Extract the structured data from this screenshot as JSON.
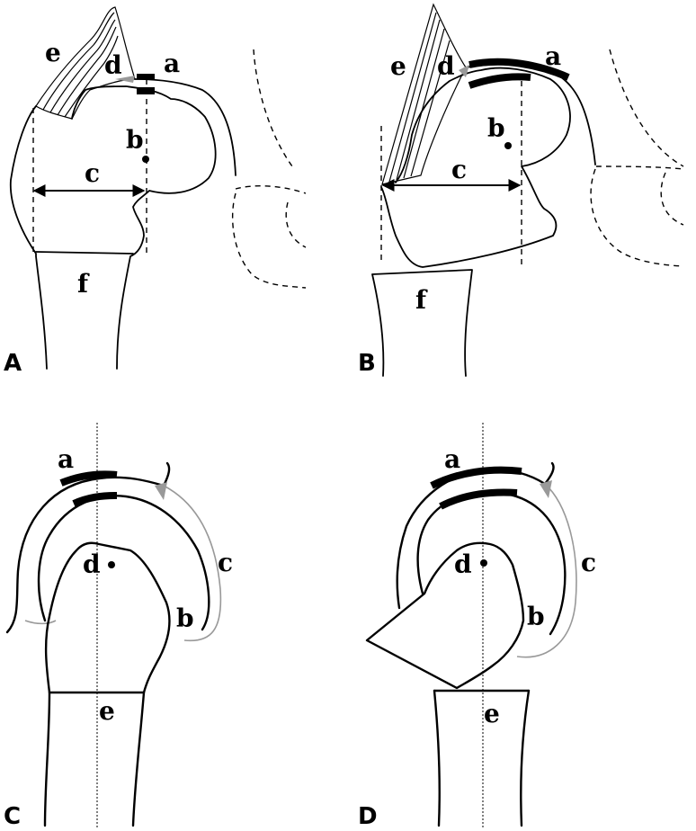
{
  "panels": {
    "A": {
      "letter": "A",
      "labels": {
        "a": "a",
        "b": "b",
        "c": "c",
        "d": "d",
        "e": "e",
        "f": "f"
      }
    },
    "B": {
      "letter": "B",
      "labels": {
        "a": "a",
        "b": "b",
        "c": "c",
        "d": "d",
        "e": "e",
        "f": "f"
      }
    },
    "C": {
      "letter": "C",
      "labels": {
        "a": "a",
        "b": "b",
        "c": "c",
        "d": "d",
        "e": "e"
      }
    },
    "D": {
      "letter": "D",
      "labels": {
        "a": "a",
        "b": "b",
        "c": "c",
        "d": "d",
        "e": "e"
      }
    }
  },
  "colors": {
    "line": "#000000",
    "soft_tissue": "#999999",
    "background": "#ffffff"
  }
}
